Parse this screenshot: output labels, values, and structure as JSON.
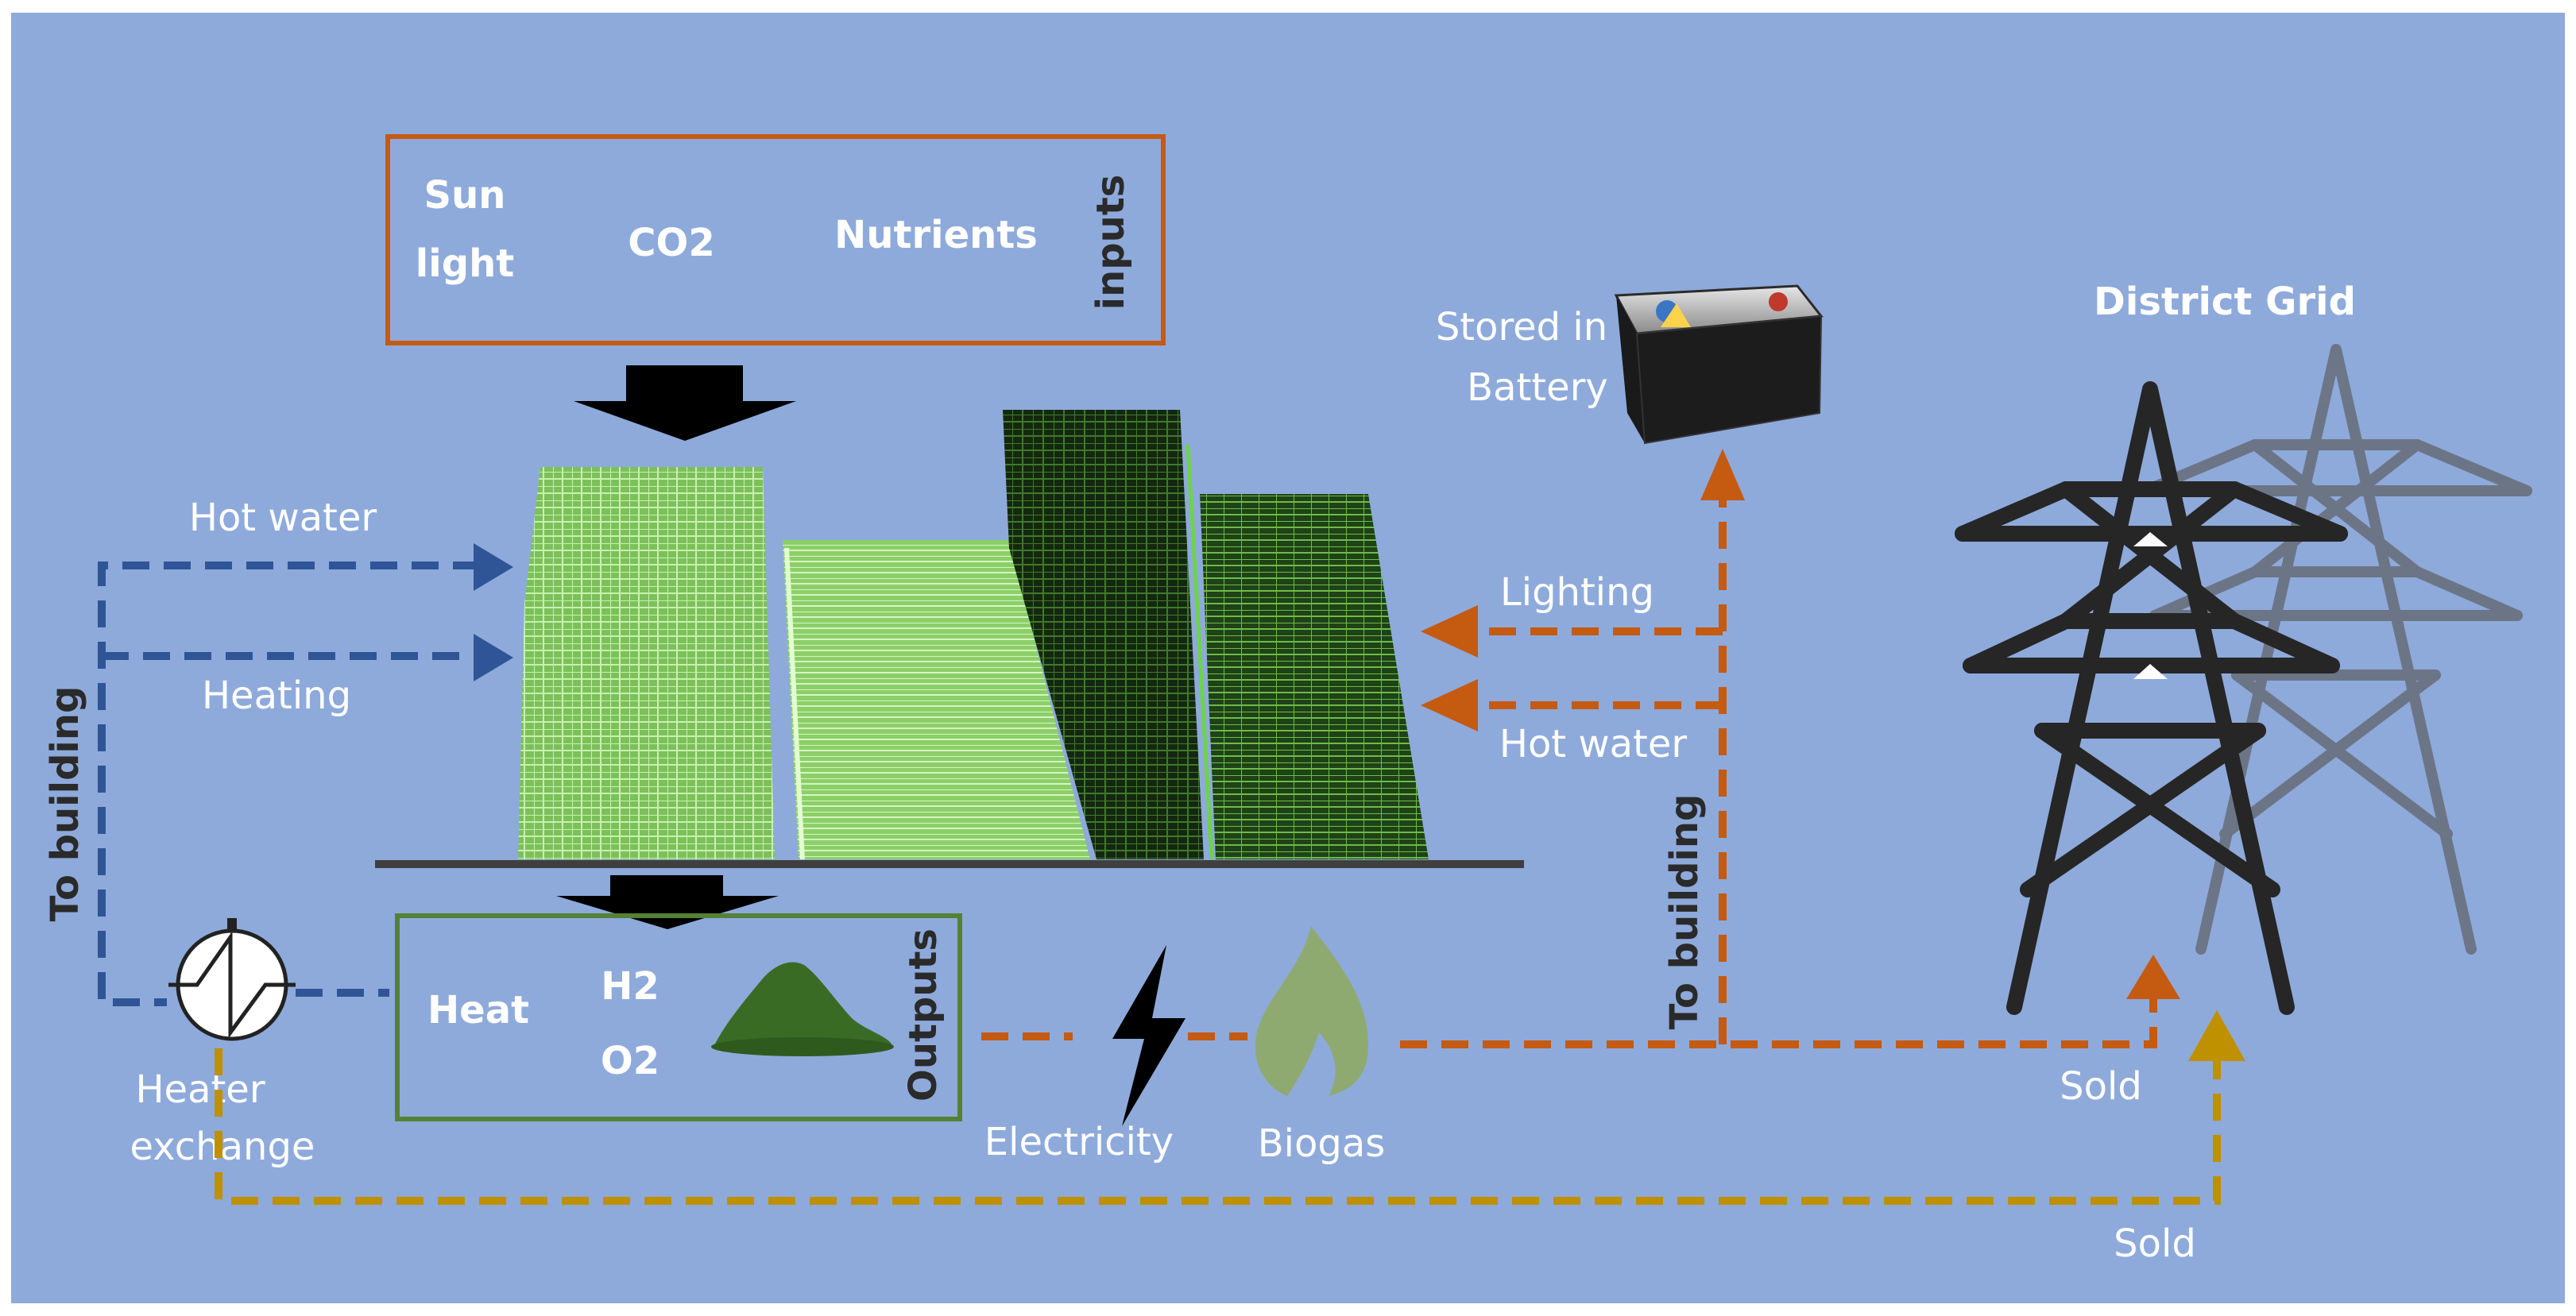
{
  "colors": {
    "background": "#8eaadb",
    "inputs_box": "#c55a11",
    "outputs_box": "#548235",
    "blue_flow": "#2f5597",
    "orange_flow": "#c55a11",
    "gold_flow": "#bf9000",
    "greenhouse_light": "#70ad47",
    "greenhouse_dark": "#1e3a16",
    "tower": "#262626",
    "biogas_flame": "#8faa6c",
    "algae_pile": "#3a6b25"
  },
  "inputs": {
    "sun_line1": "Sun",
    "sun_line2": "light",
    "co2": "CO2",
    "nutrients": "Nutrients",
    "label": "inputs"
  },
  "outputs": {
    "heat": "Heat",
    "h2": "H2",
    "o2": "O2",
    "label": "Outputs"
  },
  "left_flows": {
    "hot_water": "Hot water",
    "heating": "Heating",
    "to_building": "To building",
    "heater_line1": "Heater",
    "heater_line2": "exchange"
  },
  "right_flows": {
    "lighting": "Lighting",
    "hot_water": "Hot water",
    "to_building": "To building",
    "battery_line1": "Stored in",
    "battery_line2": "Battery",
    "electricity": "Electricity",
    "biogas": "Biogas"
  },
  "grid": {
    "title": "District Grid",
    "sold_upper": "Sold",
    "sold_lower": "Sold"
  },
  "icons": [
    "greenhouse-icon",
    "battery-icon",
    "lightning-icon",
    "flame-icon",
    "algae-pile-icon",
    "heat-exchanger-icon",
    "power-tower-icon"
  ]
}
